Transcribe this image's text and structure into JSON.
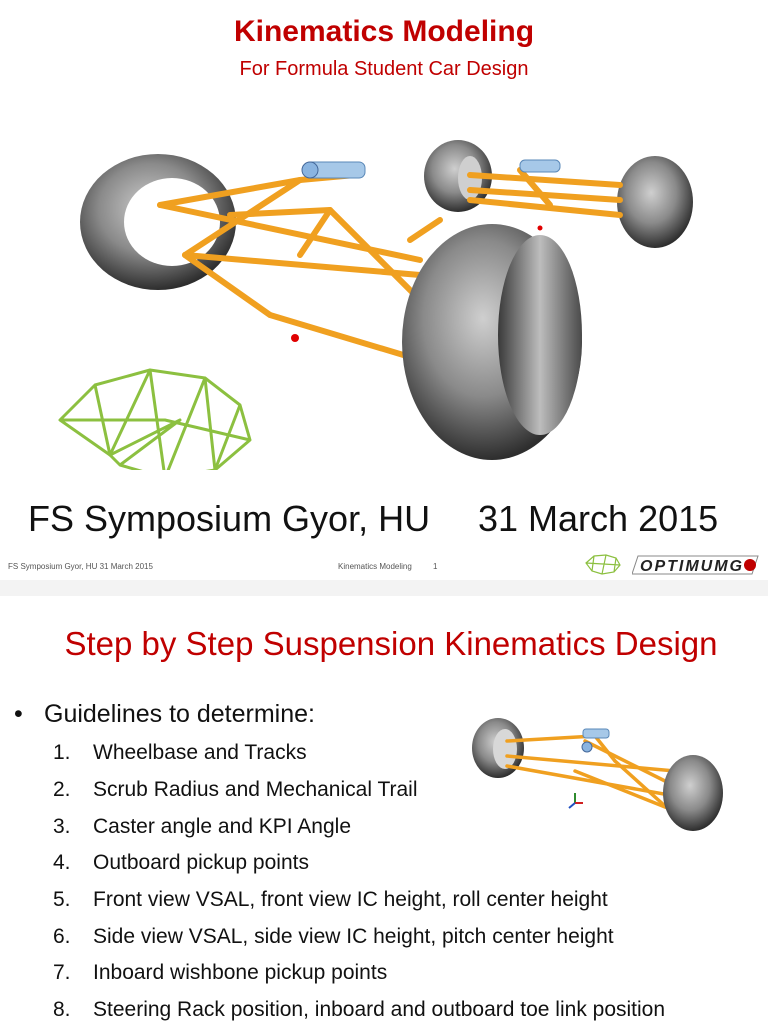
{
  "slide1": {
    "title": "Kinematics Modeling",
    "subtitle": "For Formula Student Car Design",
    "event": "FS Symposium Gyor, HU",
    "date": "31 March 2015",
    "footer_left": "FS Symposium Gyor, HU 31 March 2015",
    "footer_center": "Kinematics Modeling",
    "page_number": "1",
    "logo_text": "OPTIMUMG"
  },
  "slide2": {
    "title": "Step by Step Suspension Kinematics Design",
    "bullet_symbol": "•",
    "bullet": "Guidelines to determine:",
    "items": [
      {
        "n": "1.",
        "text": "Wheelbase and Tracks"
      },
      {
        "n": "2.",
        "text": "Scrub Radius and Mechanical Trail"
      },
      {
        "n": "3.",
        "text": "Caster angle and KPI Angle"
      },
      {
        "n": "4.",
        "text": "Outboard pickup points"
      },
      {
        "n": "5.",
        "text": "Front view VSAL, front view IC height, roll center height"
      },
      {
        "n": "6.",
        "text": "Side view VSAL, side view IC height, pitch center height"
      },
      {
        "n": "7.",
        "text": "Inboard wishbone pickup points"
      },
      {
        "n": "8.",
        "text": "Steering Rack position, inboard and outboard toe link position"
      }
    ]
  },
  "colors": {
    "accent_red": "#c00000",
    "suspension_orange": "#f0a020",
    "logo_green": "#8cc040"
  }
}
